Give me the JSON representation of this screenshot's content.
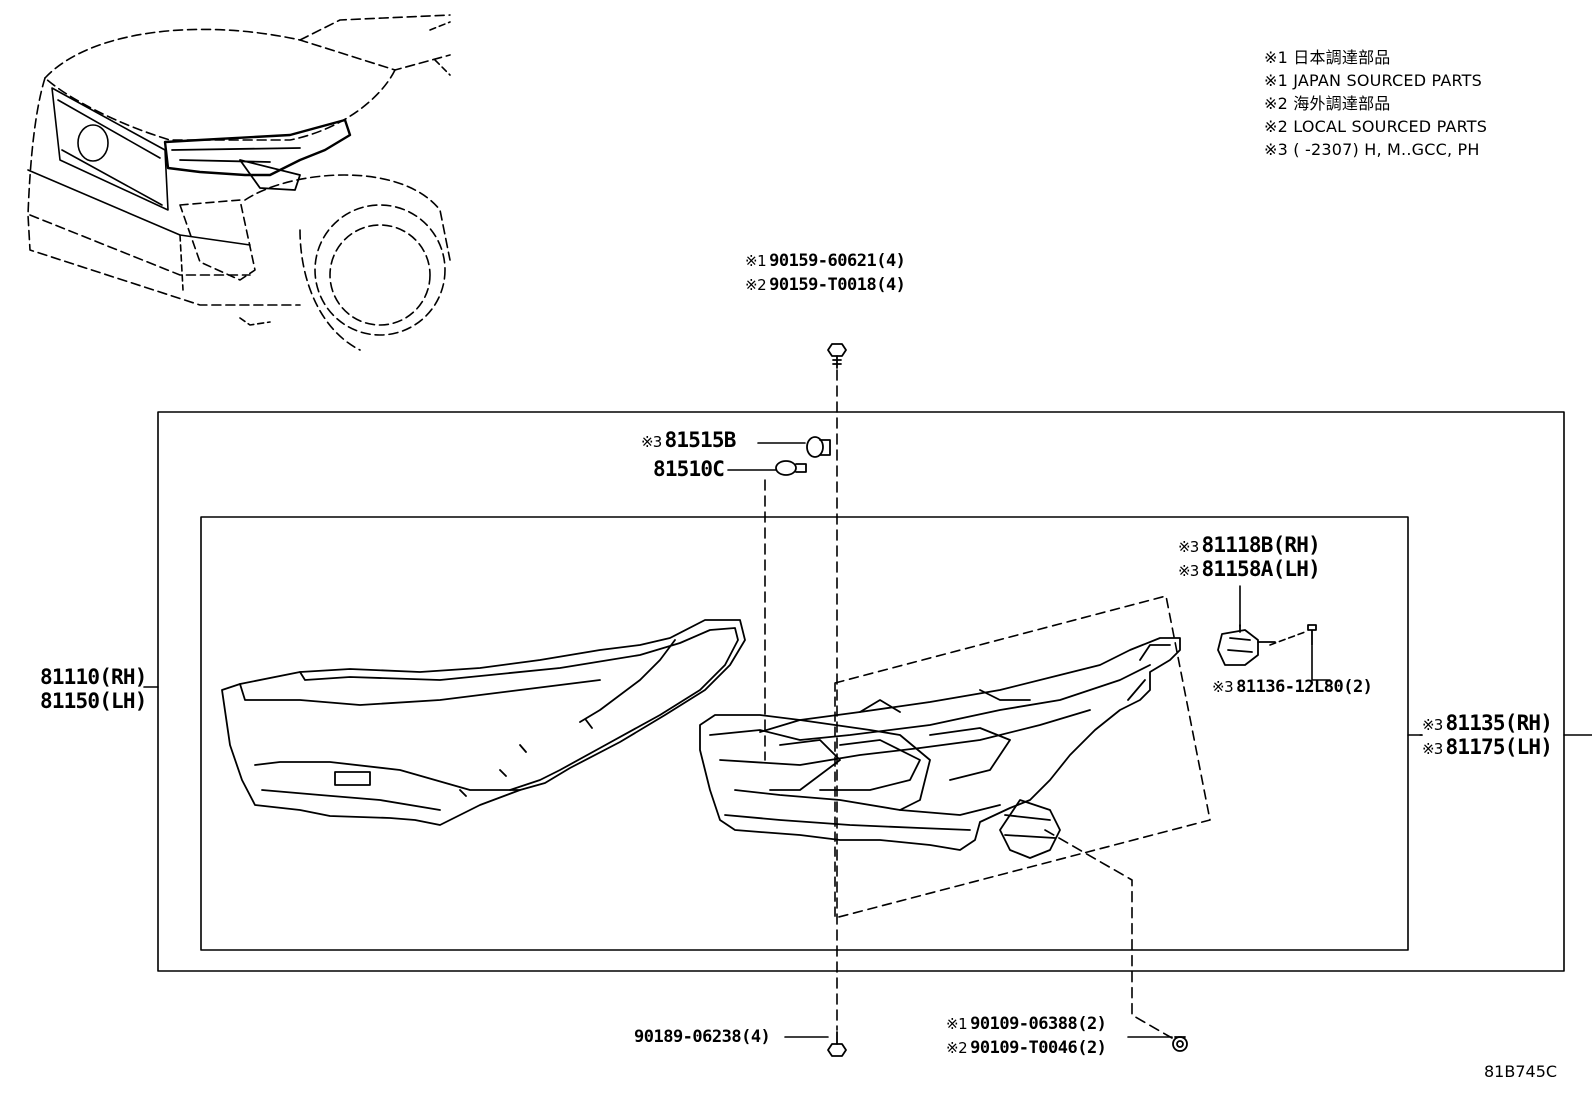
{
  "notes": [
    "※1 日本調達部品",
    "※1 JAPAN SOURCED PARTS",
    "※2 海外調達部品",
    "※2 LOCAL SOURCED PARTS",
    "※3 (      -2307) H, M..GCC, PH"
  ],
  "labels": {
    "screw_top_1": {
      "mark": "※1",
      "code": "90159-60621(4)"
    },
    "screw_top_2": {
      "mark": "※2",
      "code": "90159-T0018(4)"
    },
    "socket": {
      "mark": "※3",
      "code": "81515B"
    },
    "bulb": {
      "mark": "",
      "code": "81510C"
    },
    "unit_rh": {
      "mark": "※3",
      "code": "81118B(RH)"
    },
    "unit_lh": {
      "mark": "※3",
      "code": "81158A(LH)"
    },
    "unit_screw": {
      "mark": "※3",
      "code": "81136-12L80(2)"
    },
    "lamp_rh": {
      "mark": "",
      "code": "81110(RH)"
    },
    "lamp_lh": {
      "mark": "",
      "code": "81150(LH)"
    },
    "housing_rh": {
      "mark": "※3",
      "code": "81135(RH)"
    },
    "housing_lh": {
      "mark": "※3",
      "code": "81175(LH)"
    },
    "screw_bottom": {
      "mark": "",
      "code": "90189-06238(4)"
    },
    "nut_1": {
      "mark": "※1",
      "code": "90109-06388(2)"
    },
    "nut_2": {
      "mark": "※2",
      "code": "90109-T0046(2)"
    }
  },
  "drawing_code": "81B745C"
}
